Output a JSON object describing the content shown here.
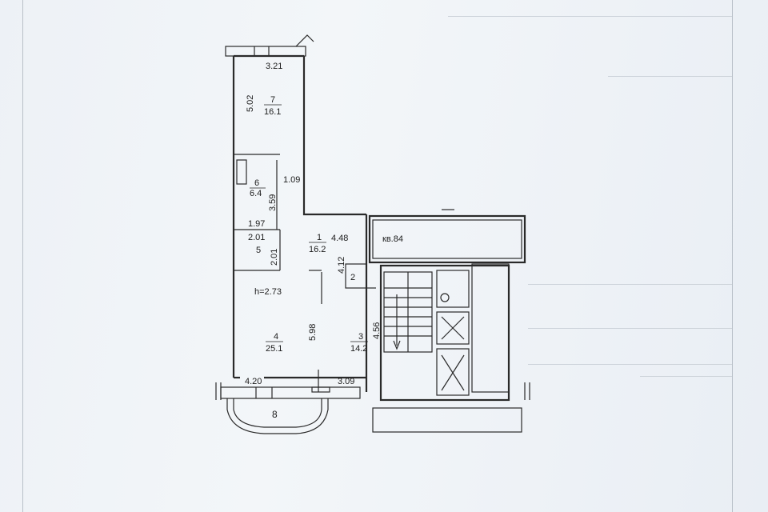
{
  "plan": {
    "dims": {
      "balcony_top_width": "3.21",
      "room7_length": "5.02",
      "room6_length": "3.59",
      "corridor_width": "1.09",
      "room6_width": "1.97",
      "room5_width": "2.01",
      "room5_length": "2.01",
      "hall_width": "4.48",
      "room2_length": "4.12",
      "room3_length": "5.98",
      "stair_length": "4.56",
      "room4_width": "4.20",
      "room3_width": "3.09"
    },
    "rooms": {
      "r7_num": "7",
      "r7_area": "16.1",
      "r6_num": "6",
      "r6_area": "6.4",
      "r1_num": "1",
      "r1_area": "16.2",
      "r5_num": "5",
      "r2_num": "2",
      "r4_num": "4",
      "r4_area": "25.1",
      "r3_num": "3",
      "r3_area": "14.2",
      "r8_num": "8"
    },
    "apartment_label": "кв.84",
    "ceiling_height": "h=2.73"
  }
}
